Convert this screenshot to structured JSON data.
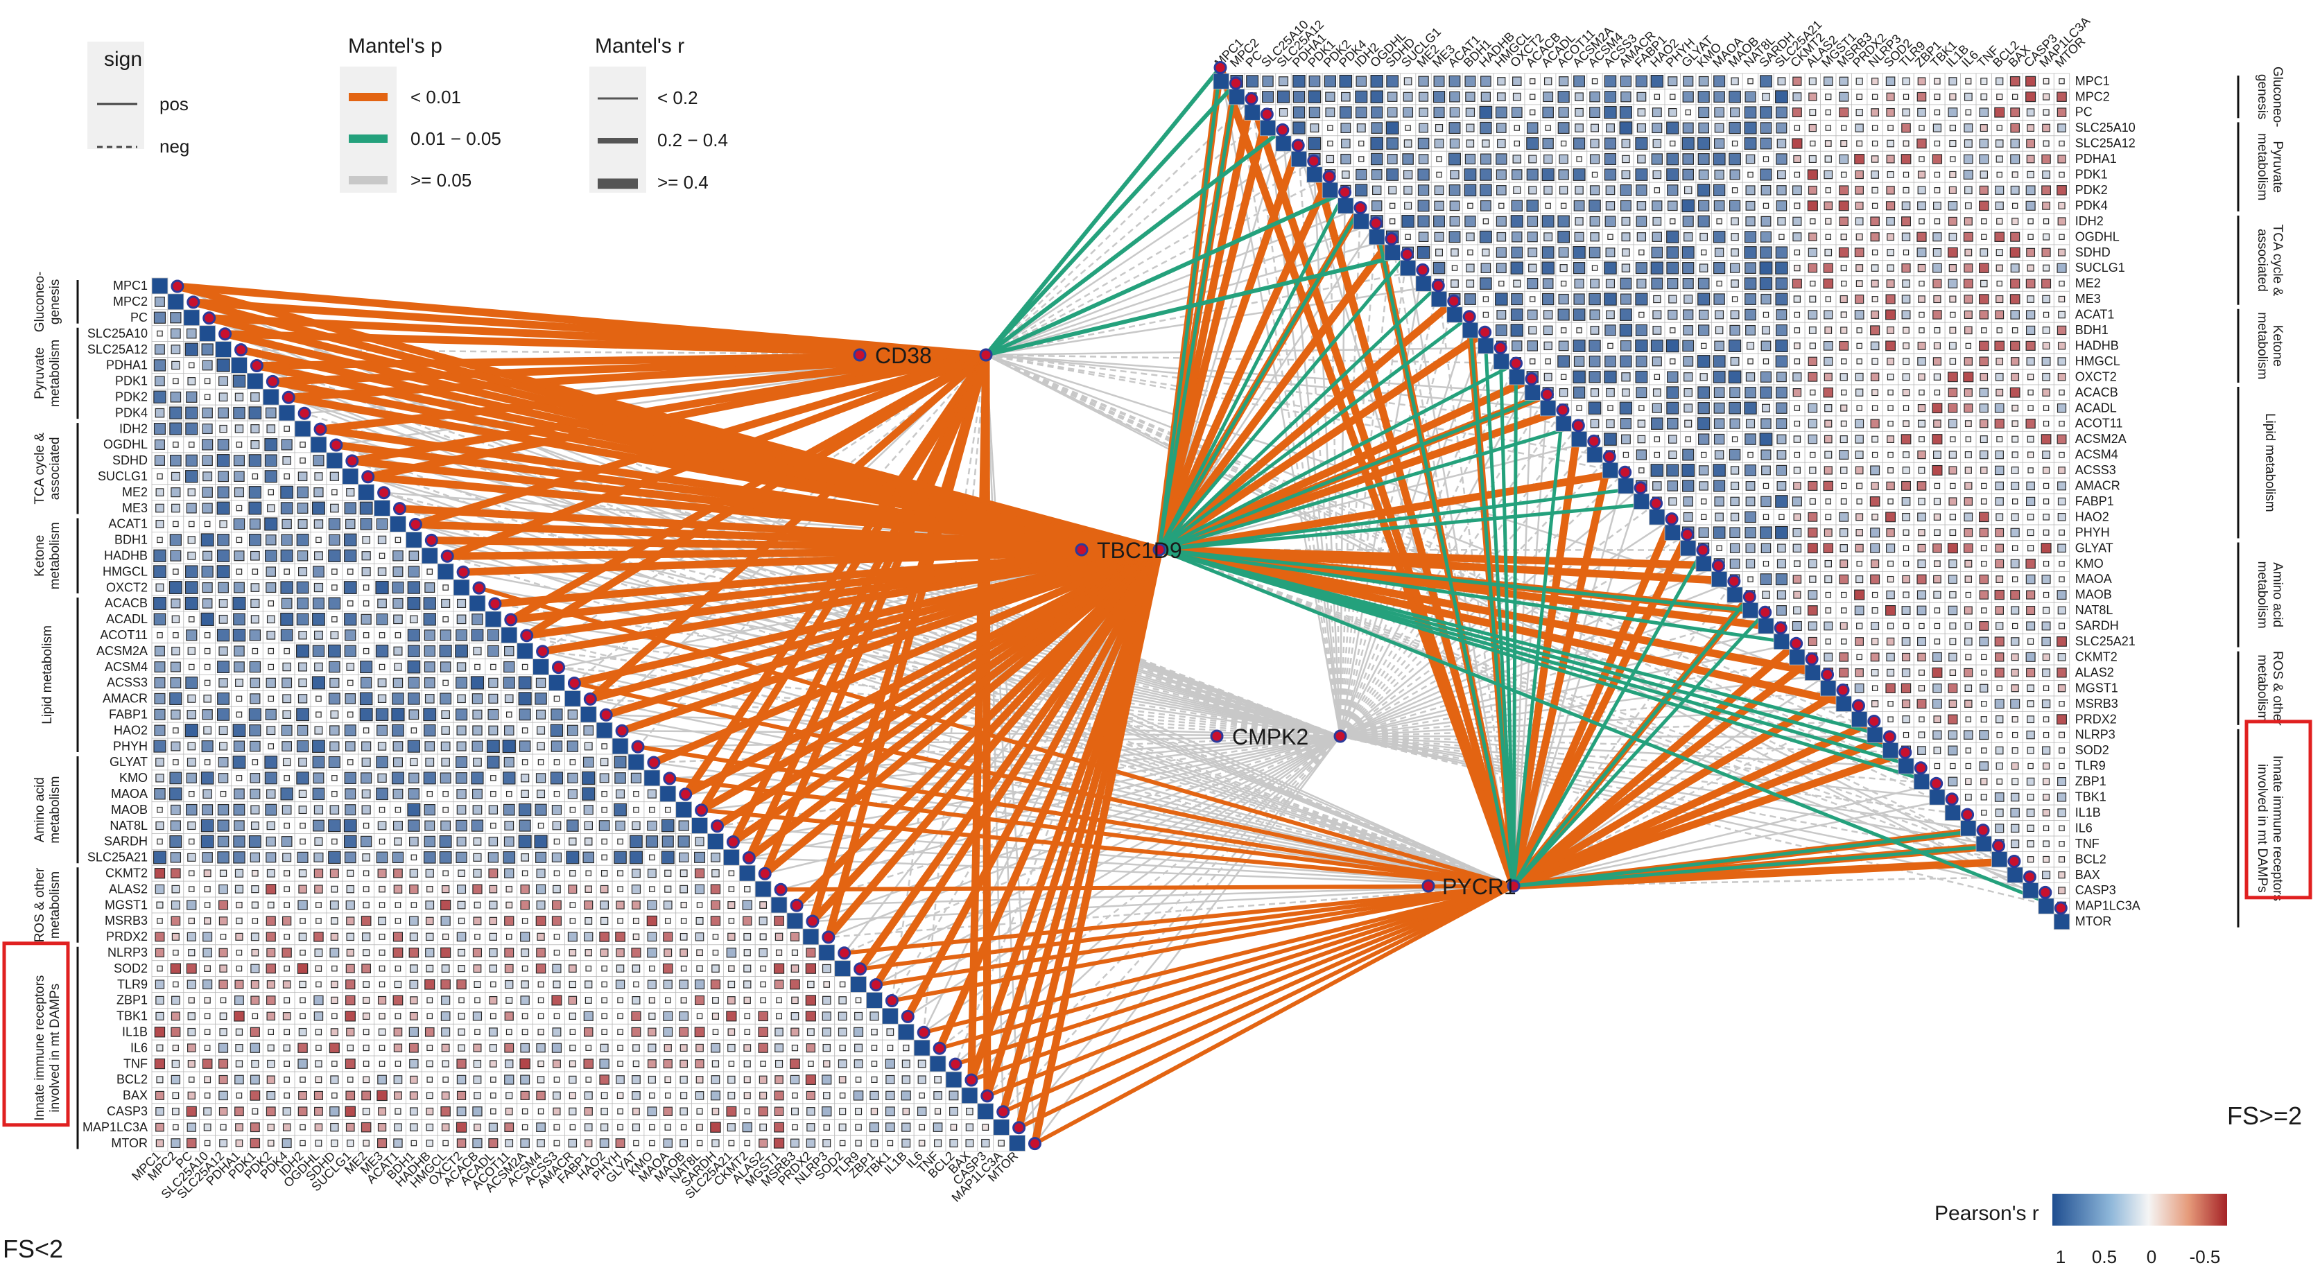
{
  "genes": [
    "MPC1",
    "MPC2",
    "PC",
    "SLC25A10",
    "SLC25A12",
    "PDHA1",
    "PDK1",
    "PDK2",
    "PDK4",
    "IDH2",
    "OGDHL",
    "SDHD",
    "SUCLG1",
    "ME2",
    "ME3",
    "ACAT1",
    "BDH1",
    "HADHB",
    "HMGCL",
    "OXCT2",
    "ACACB",
    "ACADL",
    "ACOT11",
    "ACSM2A",
    "ACSM4",
    "ACSS3",
    "AMACR",
    "FABP1",
    "HAO2",
    "PHYH",
    "GLYAT",
    "KMO",
    "MAOA",
    "MAOB",
    "NAT8L",
    "SARDH",
    "SLC25A21",
    "CKMT2",
    "ALAS2",
    "MGST1",
    "MSRB3",
    "PRDX2",
    "NLRP3",
    "SOD2",
    "TLR9",
    "ZBP1",
    "TBK1",
    "IL1B",
    "IL6",
    "TNF",
    "BCL2",
    "BAX",
    "CASP3",
    "MAP1LC3A",
    "MTOR"
  ],
  "hubs": [
    "CD38",
    "TBC1D9",
    "CMPK2",
    "PYCR1"
  ],
  "groups": [
    {
      "label": "Gluconeo-\ngenesis",
      "from": 0,
      "to": 2
    },
    {
      "label": "Pyruvate\nmetabolism",
      "from": 3,
      "to": 8
    },
    {
      "label": "TCA cycle &\nassociated",
      "from": 9,
      "to": 14
    },
    {
      "label": "Ketone\nmetabolism",
      "from": 15,
      "to": 19
    },
    {
      "label": "Lipid metabolism",
      "from": 20,
      "to": 29
    },
    {
      "label": "Amino acid\nmetabolism",
      "from": 30,
      "to": 36
    },
    {
      "label": "ROS & other\nmetabolism",
      "from": 37,
      "to": 41
    },
    {
      "label": "Innate immune receptors\ninvolved in mt DAMPs",
      "from": 42,
      "to": 54,
      "highlight": true
    }
  ],
  "panels": {
    "left": "FS<2",
    "right": "FS>=2"
  },
  "legend": {
    "sign": {
      "title": "sign",
      "items": [
        "pos",
        "neg"
      ]
    },
    "mantel_p": {
      "title": "Mantel's p",
      "items": [
        {
          "label": "< 0.01",
          "color": "#E36412"
        },
        {
          "label": "0.01 − 0.05",
          "color": "#24A17C"
        },
        {
          "label": ">= 0.05",
          "color": "#C8C8C8"
        }
      ]
    },
    "mantel_r": {
      "title": "Mantel's r",
      "items": [
        "< 0.2",
        "0.2 − 0.4",
        ">= 0.4"
      ]
    },
    "pearson": {
      "title": "Pearson's r",
      "ticks": [
        "1",
        "0.5",
        "0",
        "-0.5"
      ]
    }
  },
  "colors": {
    "positive": "#1F4E90",
    "mid": "#F5F5F5",
    "negative": "#A52226",
    "highlight_box": "#E02020",
    "node": "#C8102E",
    "node_border": "#2B3A9A"
  },
  "chart_data": {
    "type": "heatmap",
    "description_type": "mantel-test network with pairwise Pearson correlation heatmaps",
    "panels": [
      {
        "name": "FS<2",
        "heatmap": "lower-triangle Pearson's r among the 55 genes",
        "links": [
          {
            "hub": "CD38",
            "p_class": "< 0.01",
            "r_class": ">= 0.4",
            "genes": [
              "MPC1",
              "MPC2",
              "PC",
              "SLC25A10",
              "PDHA1",
              "PDK1",
              "PDK2",
              "IDH2",
              "SDHD",
              "SUCLG1",
              "ACAT1",
              "HADHB",
              "ACADL",
              "ACOT11",
              "AMACR",
              "MAOA",
              "MAOB",
              "SARDH",
              "SLC25A21",
              "CKMT2",
              "MSRB3",
              "PRDX2",
              "BCL2",
              "BAX"
            ]
          },
          {
            "hub": "TBC1D9",
            "p_class": "< 0.01",
            "r_class": ">= 0.4",
            "genes": [
              "MPC1",
              "MPC2",
              "PC",
              "SLC25A10",
              "SLC25A12",
              "PDHA1",
              "PDK1",
              "PDK2",
              "IDH2",
              "OGDHL",
              "SDHD",
              "SUCLG1",
              "ME3",
              "ACAT1",
              "BDH1",
              "HADHB",
              "HMGCL",
              "ACACB",
              "ACADL",
              "ACOT11",
              "ACSM2A",
              "ACSS3",
              "AMACR",
              "FABP1",
              "HAO2",
              "GLYAT",
              "MAOA",
              "MAOB",
              "NAT8L",
              "SARDH",
              "SLC25A21",
              "CKMT2",
              "MGST1",
              "MSRB3",
              "PRDX2",
              "SOD2",
              "TLR9",
              "TBK1",
              "IL6",
              "BCL2",
              "BAX",
              "CASP3",
              "MAP1LC3A",
              "MTOR"
            ]
          },
          {
            "hub": "PYCR1",
            "p_class": "< 0.01",
            "r_class": "0.2 − 0.4",
            "genes": [
              "OXCT2",
              "ACSS3",
              "PHYH",
              "KMO",
              "MAOB",
              "ALAS2",
              "NLRP3",
              "SOD2",
              "TLR9",
              "ZBP1",
              "IL1B",
              "IL6",
              "TNF",
              "BCL2",
              "BAX",
              "CASP3",
              "MAP1LC3A",
              "MTOR"
            ]
          },
          {
            "hub": "CMPK2",
            "p_class": ">= 0.05",
            "r_class": "< 0.2",
            "genes": [
              "all"
            ]
          }
        ]
      },
      {
        "name": "FS>=2",
        "heatmap": "upper-triangle Pearson's r among the 55 genes",
        "links": [
          {
            "hub": "TBC1D9",
            "p_class": "< 0.01",
            "r_class": ">= 0.4",
            "genes": [
              "MPC1",
              "MPC2",
              "PC",
              "SLC25A10",
              "PDHA1",
              "PDK2",
              "IDH2",
              "SDHD",
              "ACAT1",
              "HADHB",
              "ACACB",
              "ACADL",
              "ACOT11",
              "AMACR",
              "MAOA",
              "MAOB",
              "SARDH",
              "SLC25A21",
              "MGST1",
              "PRDX2"
            ]
          },
          {
            "hub": "PYCR1",
            "p_class": "< 0.01",
            "r_class": ">= 0.4",
            "genes": [
              "MPC1",
              "PC",
              "PDK1",
              "OGDHL",
              "BDH1",
              "ACSM2A",
              "ACSS3",
              "PHYH",
              "GLYAT",
              "NAT8L",
              "CKMT2",
              "ALAS2",
              "MSRB3",
              "NLRP3",
              "SOD2",
              "TLR9",
              "TNF",
              "BCL2",
              "BAX"
            ]
          },
          {
            "hub": "CD38",
            "p_class": "0.01 − 0.05",
            "r_class": "0.2 − 0.4",
            "genes": [
              "MPC1",
              "MPC2",
              "SLC25A12",
              "PDK4",
              "SUCLG1"
            ]
          },
          {
            "hub": "CMPK2",
            "p_class": ">= 0.05",
            "r_class": "< 0.2",
            "genes": [
              "all"
            ]
          }
        ]
      }
    ],
    "color_scale": {
      "title": "Pearson's r",
      "ticks": [
        1,
        0.5,
        0,
        -0.5
      ]
    }
  }
}
